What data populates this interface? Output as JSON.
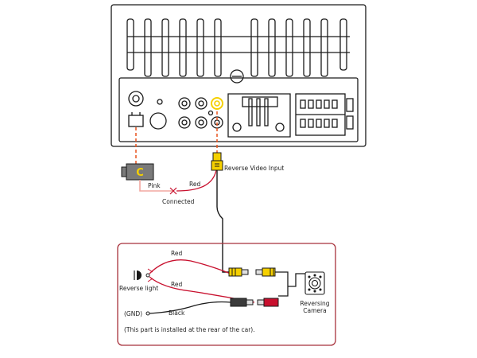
{
  "labels": {
    "connector_letter": "C",
    "pink": "Pink",
    "red_top": "Red",
    "connected": "Connected",
    "reverse_video_input": "Reverse Video Input",
    "red_upper": "Red",
    "red_lower": "Red",
    "reverse_light": "Reverse light",
    "black": "Black",
    "gnd": "(GND)",
    "reversing": "Reversing",
    "camera": "Camera",
    "note": "(This part is installed at the rear of the car)."
  },
  "colors": {
    "outline": "#1a1a1a",
    "pink_wire": "#f2a7a0",
    "red_wire": "#c8102e",
    "dashed_orange": "#e8541e",
    "yellow_plug": "#f5d000",
    "connector_gray": "#7a7a7a",
    "connector_letter": "#f5d000",
    "border_box": "#a8323c"
  }
}
